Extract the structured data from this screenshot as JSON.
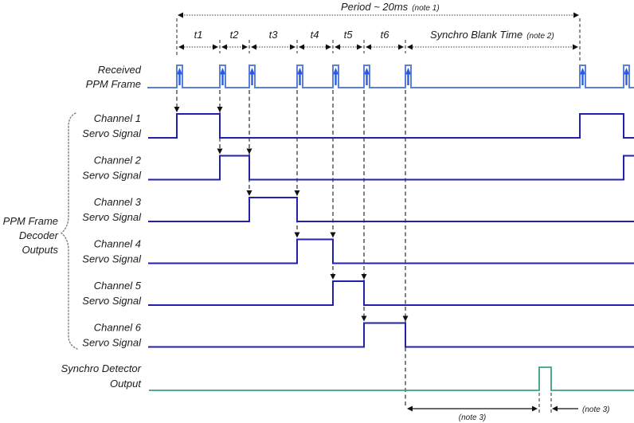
{
  "diagram": {
    "title_period": {
      "label": "Period ~ 20ms",
      "note": "(note 1)"
    },
    "intervals": [
      "t1",
      "t2",
      "t3",
      "t4",
      "t5",
      "t6"
    ],
    "synchro_blank": {
      "label": "Synchro Blank Time",
      "note": "(note 2)"
    },
    "received": {
      "line1": "Received",
      "line2": "PPM Frame"
    },
    "channels": [
      {
        "name": "Channel 1",
        "sub": "Servo Signal"
      },
      {
        "name": "Channel 2",
        "sub": "Servo Signal"
      },
      {
        "name": "Channel 3",
        "sub": "Servo Signal"
      },
      {
        "name": "Channel 4",
        "sub": "Servo Signal"
      },
      {
        "name": "Channel 5",
        "sub": "Servo Signal"
      },
      {
        "name": "Channel 6",
        "sub": "Servo Signal"
      }
    ],
    "decoder_group": {
      "line1": "PPM Frame",
      "line2": "Decoder",
      "line3": "Outputs"
    },
    "synchro_detector": {
      "line1": "Synchro Detector",
      "line2": "Output"
    },
    "notes": {
      "bottom_left": "(note 3)",
      "bottom_right": "(note 3)"
    },
    "colors": {
      "ppm_wave": "#5b7ed6",
      "pulse_arrow": "#2a5ae0",
      "servo_wave": "#2121ad",
      "synchro_wave": "#3aa183",
      "annotation": "#111111"
    },
    "timing": {
      "ppm_pulse_rising_edges_x": [
        222,
        276,
        313,
        373,
        418,
        457,
        509,
        728,
        783
      ],
      "interval_boundaries_x": [
        222,
        276,
        313,
        373,
        418,
        457,
        509
      ],
      "period_span_x": [
        222,
        728
      ],
      "synchro_blank_span_x": [
        509,
        728
      ],
      "synchro_pulse_span_x": [
        677,
        692
      ]
    }
  }
}
